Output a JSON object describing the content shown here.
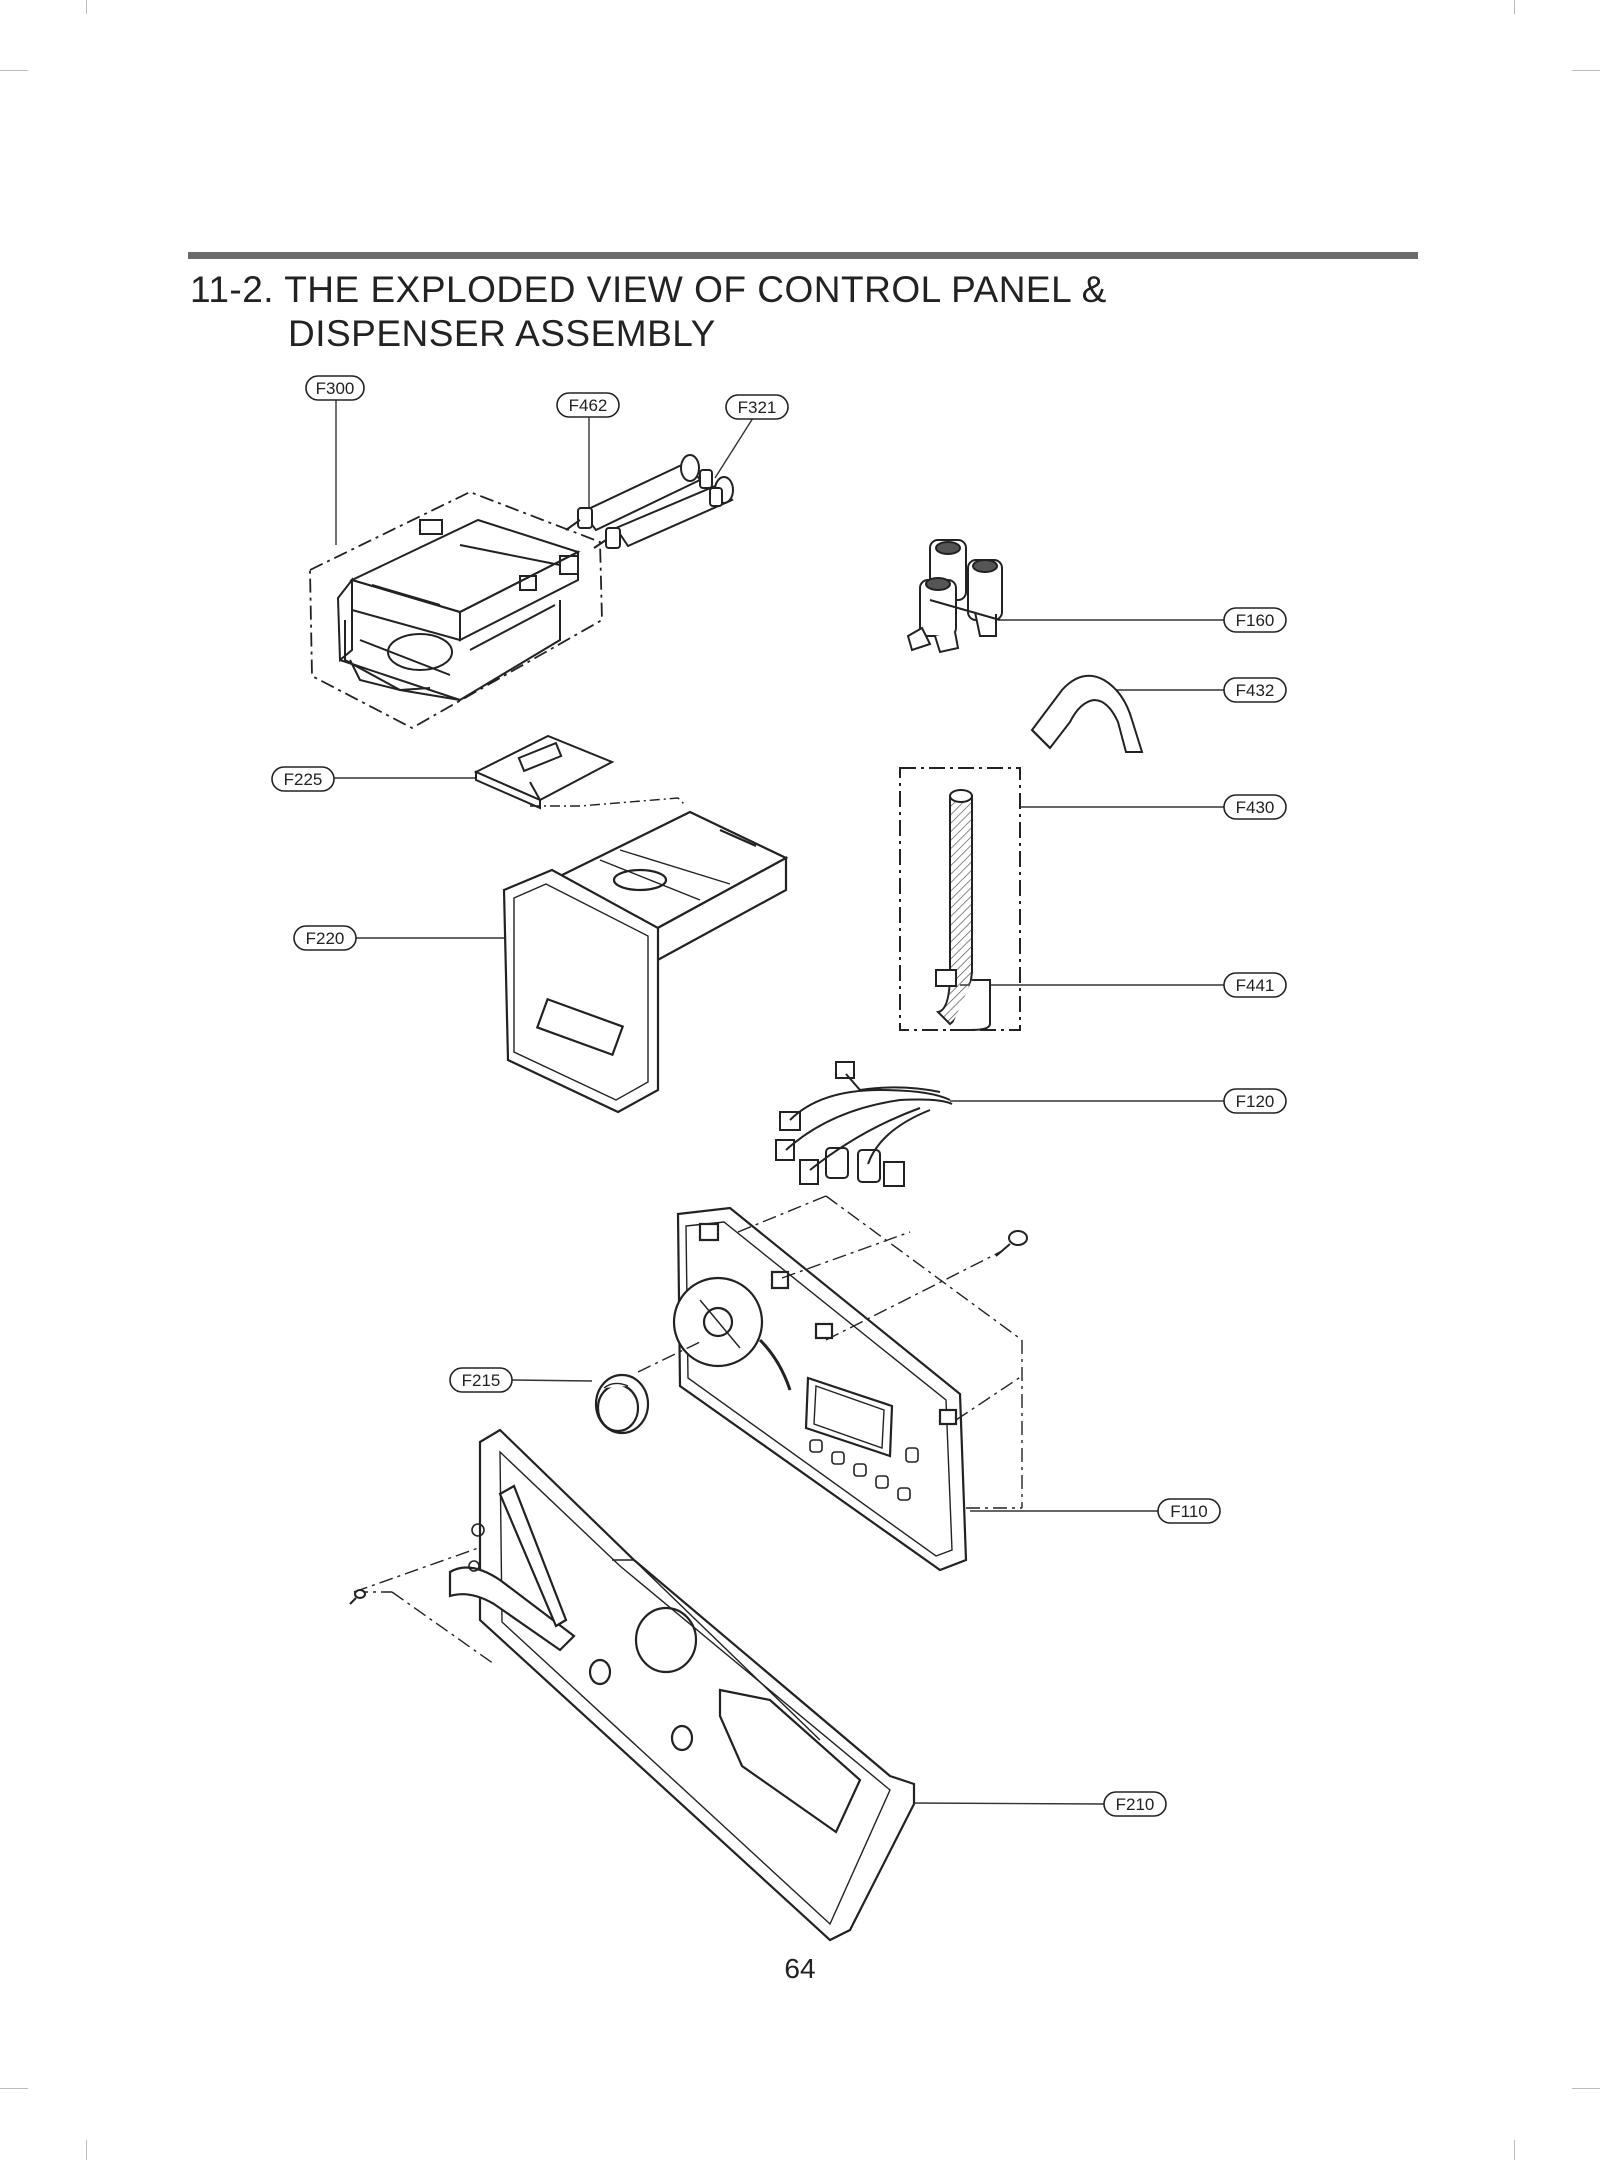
{
  "title": {
    "line1": "11-2. THE EXPLODED VIEW OF CONTROL PANEL &",
    "line2": "DISPENSER ASSEMBLY"
  },
  "callouts": {
    "f300": "F300",
    "f462": "F462",
    "f321": "F321",
    "f160": "F160",
    "f432": "F432",
    "f225": "F225",
    "f430": "F430",
    "f220": "F220",
    "f441": "F441",
    "f120": "F120",
    "f215": "F215",
    "f110": "F110",
    "f210": "F210"
  },
  "page_number": "64"
}
